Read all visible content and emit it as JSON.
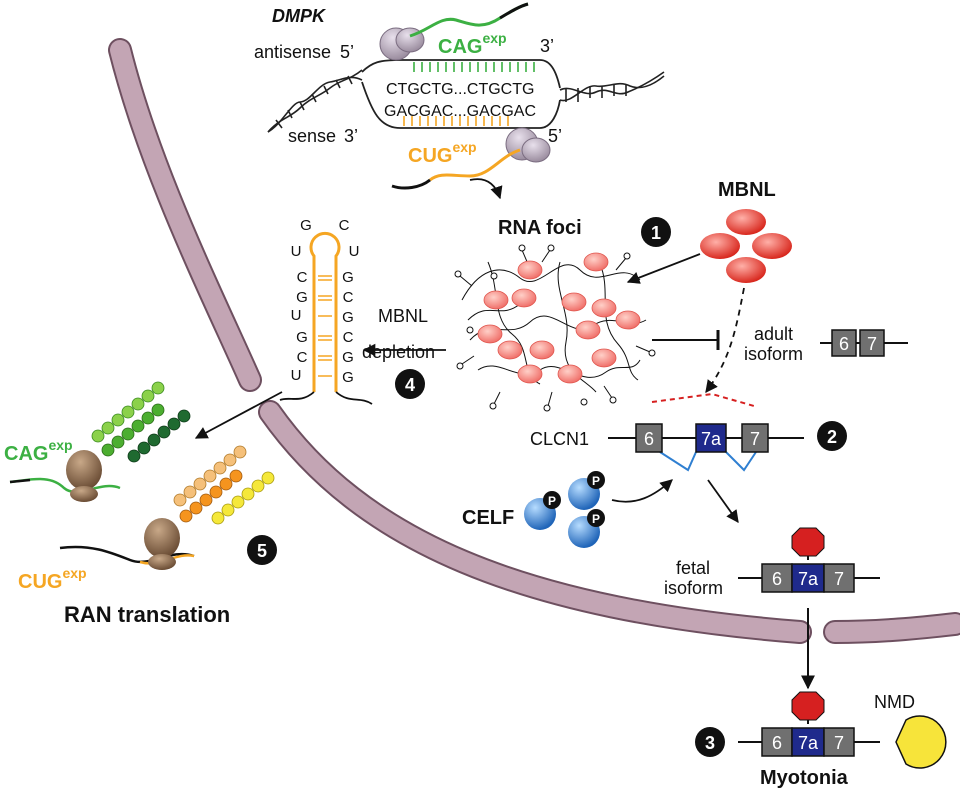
{
  "title": "",
  "labels": {
    "gene": "DMPK",
    "antisense": "antisense",
    "sense": "sense",
    "five_prime_top": "5’",
    "three_prime_top": "3’",
    "three_prime_bottom": "3’",
    "five_prime_bottom": "5’",
    "cag_exp": "CAG",
    "cug_exp": "CUG",
    "exp_sup": "exp",
    "seq_top": "CTGCTG...CTGCTG",
    "seq_bottom": "GACGAC...GACGAC",
    "rna_foci": "RNA foci",
    "mbnl": "MBNL",
    "mbnl_depletion_1": "MBNL",
    "mbnl_depletion_2": "depletion",
    "adult_1": "adult",
    "adult_2": "isoform",
    "clcn1": "CLCN1",
    "celf": "CELF",
    "fetal_1": "fetal",
    "fetal_2": "isoform",
    "nmd": "NMD",
    "myotonia": "Myotonia",
    "ran_translation": "RAN translation",
    "phospho": "P"
  },
  "exons": {
    "e6": "6",
    "e7": "7",
    "e7a": "7a"
  },
  "hairpin": {
    "loop_left": "U",
    "loop_right": "U",
    "loop_top_left": "G",
    "loop_top_right": "C",
    "left": [
      "C",
      "G",
      "U",
      "G",
      "C",
      "U"
    ],
    "right": [
      "G",
      "C",
      "G",
      "C",
      "G",
      "G"
    ]
  },
  "steps": [
    "1",
    "2",
    "3",
    "4",
    "5"
  ],
  "colors": {
    "nucleus": "#c3a5b4",
    "nucleus_edge": "#6e5060",
    "green": "#3cb043",
    "orange": "#f5a623",
    "mbnl_red": "#e8453c",
    "celf_blue": "#2f7fd1",
    "exon_grey": "#707070",
    "exon_blue": "#1f2a8c",
    "stop_red": "#d62020",
    "nmd_yellow": "#f7e43a"
  }
}
